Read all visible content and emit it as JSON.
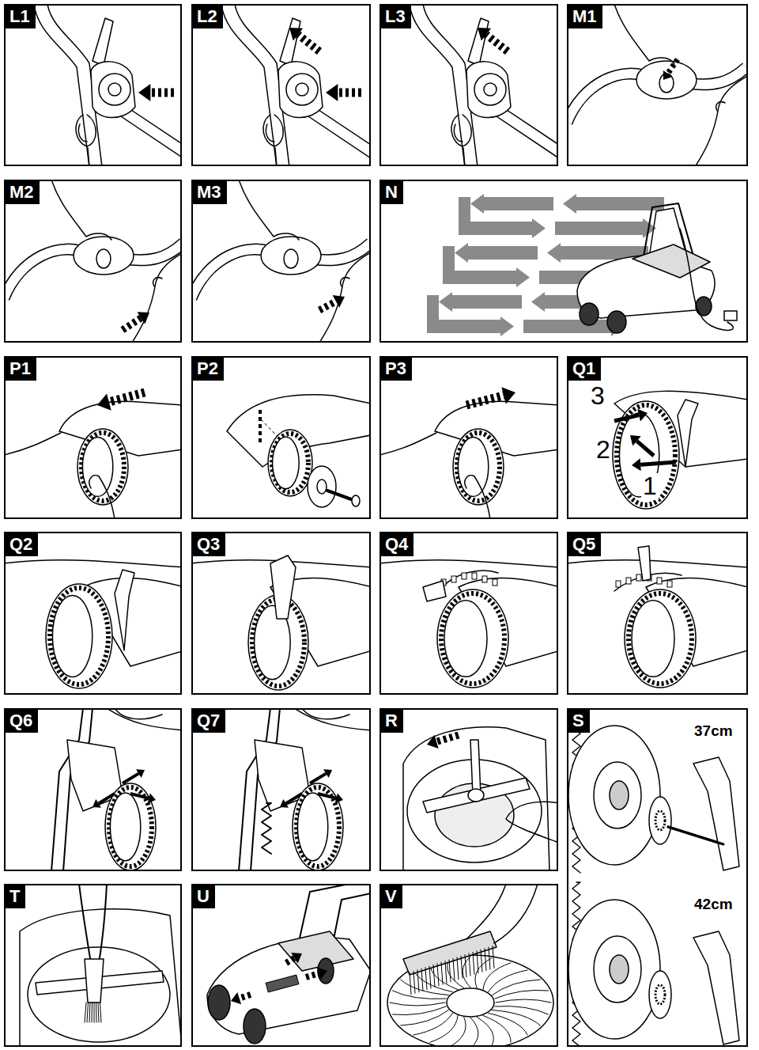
{
  "diagram": {
    "nodes": [
      {
        "text": [
          "L1"
        ]
      },
      {
        "text": [
          "L2"
        ]
      },
      {
        "text": [
          "L3"
        ]
      },
      {
        "text": [
          "M1"
        ]
      },
      {
        "text": [
          "M2"
        ]
      },
      {
        "text": [
          "M3"
        ]
      },
      {
        "text": [
          "N"
        ]
      },
      {
        "text": [
          "P1"
        ]
      },
      {
        "text": [
          "P2"
        ]
      },
      {
        "text": [
          "P3"
        ]
      },
      {
        "text": [
          "Q1"
        ]
      },
      {
        "text": [
          "Q2"
        ]
      },
      {
        "text": [
          "Q3"
        ]
      },
      {
        "text": [
          "Q4"
        ]
      },
      {
        "text": [
          "Q5"
        ]
      },
      {
        "text": [
          "Q6"
        ]
      },
      {
        "text": [
          "Q7"
        ]
      },
      {
        "text": [
          "R"
        ]
      },
      {
        "text": [
          "S"
        ]
      },
      {
        "text": [
          "T"
        ]
      },
      {
        "text": [
          "U"
        ]
      },
      {
        "text": [
          "V"
        ]
      }
    ],
    "labels": [
      "3",
      "2",
      "1",
      "37cm",
      "42cm"
    ]
  }
}
